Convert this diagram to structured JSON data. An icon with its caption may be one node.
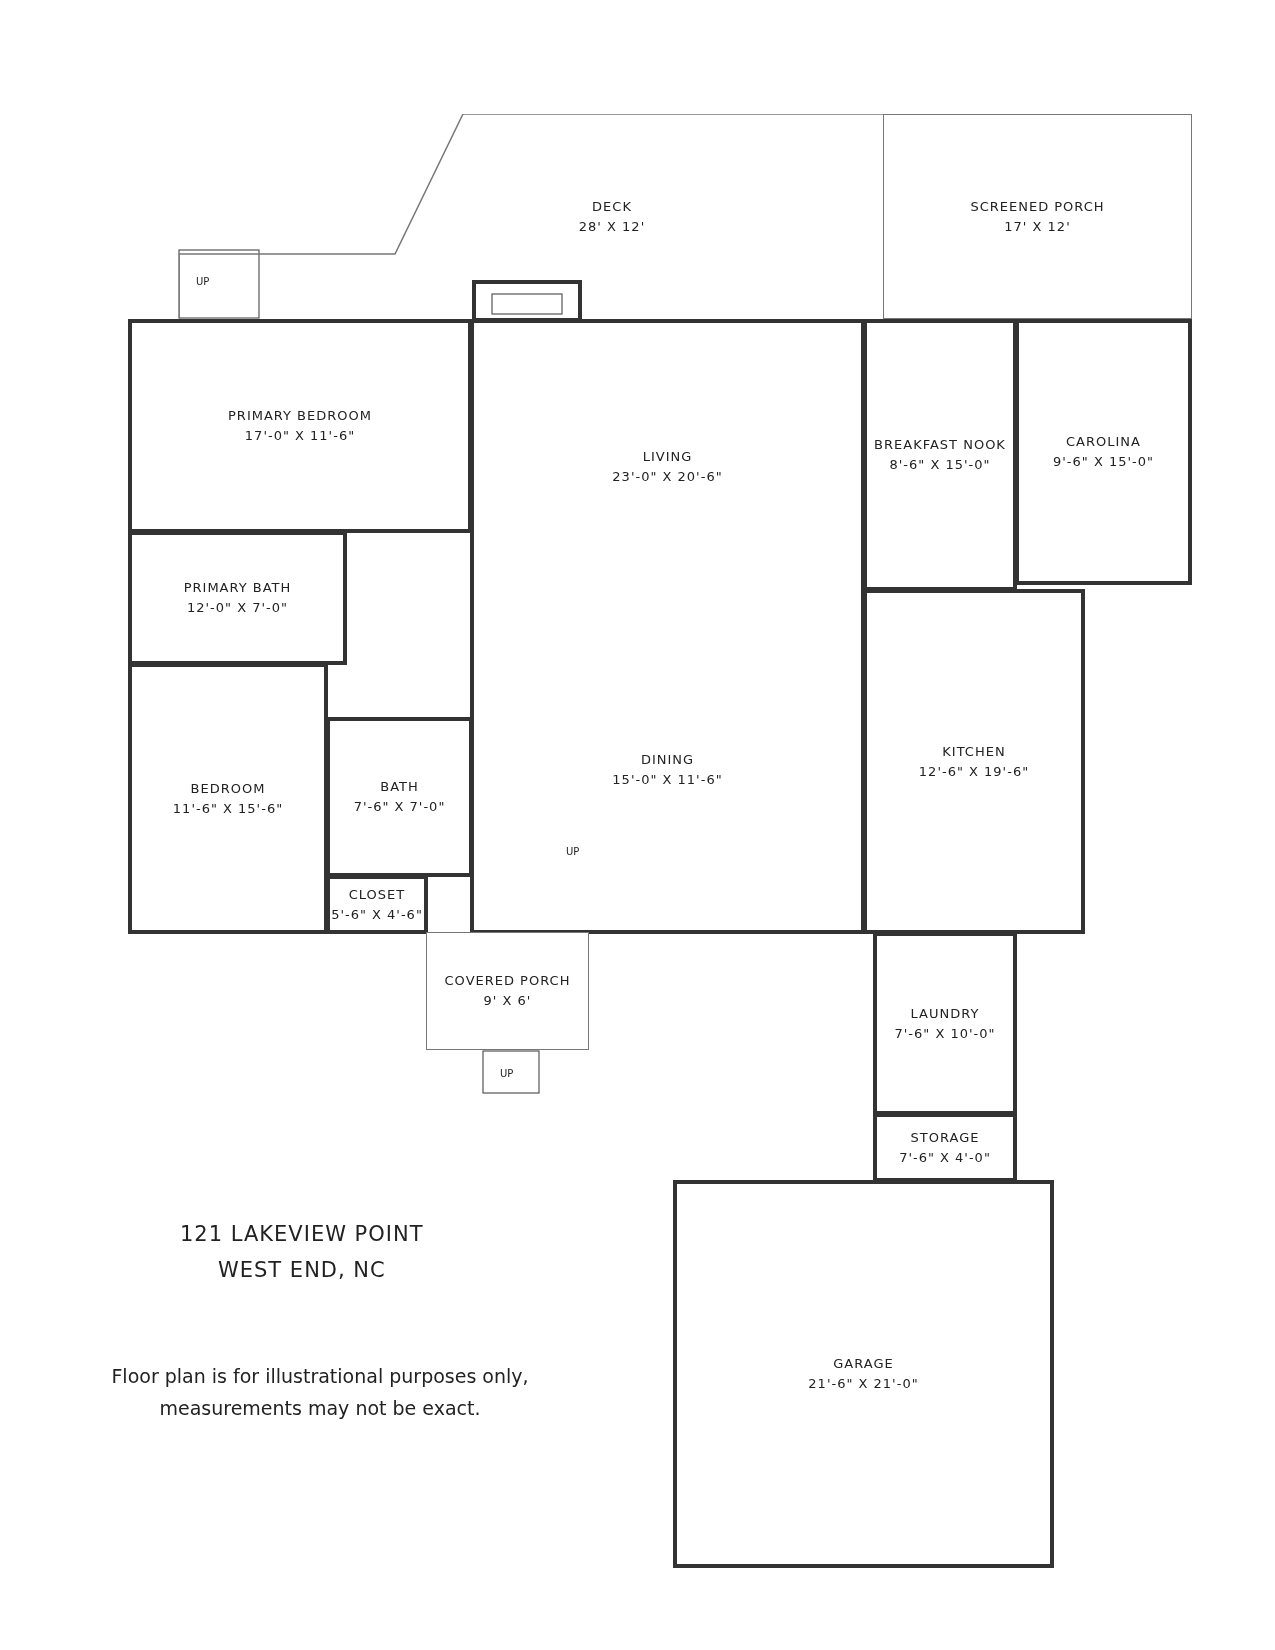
{
  "diagram": {
    "nodes": [
      {
        "text": [
          "DECK",
          "28' X 12'"
        ]
      },
      {
        "text": [
          "SCREENED PORCH",
          "17' X 12'"
        ]
      },
      {
        "text": [
          "PRIMARY BEDROOM",
          "17'-0\" X 11'-6\""
        ]
      },
      {
        "text": [
          "LIVING",
          "23'-0\" X 20'-6\""
        ]
      },
      {
        "text": [
          "BREAKFAST NOOK",
          "8'-6\" X 15'-0\""
        ]
      },
      {
        "text": [
          "CAROLINA",
          "9'-6\" X 15'-0\""
        ]
      },
      {
        "text": [
          "PRIMARY BATH",
          "12'-0\" X 7'-0\""
        ]
      },
      {
        "text": [
          "DINING",
          "15'-0\" X 11'-6\""
        ]
      },
      {
        "text": [
          "KITCHEN",
          "12'-6\" X 19'-6\""
        ]
      },
      {
        "text": [
          "BEDROOM",
          "11'-6\" X 15'-6\""
        ]
      },
      {
        "text": [
          "BATH",
          "7'-6\" X 7'-0\""
        ]
      },
      {
        "text": [
          "CLOSET",
          "5'-6\" X 4'-6\""
        ]
      },
      {
        "text": [
          "COVERED PORCH",
          "9' X 6'"
        ]
      },
      {
        "text": [
          "LAUNDRY",
          "7'-6\" X 10'-0\""
        ]
      },
      {
        "text": [
          "STORAGE",
          "7'-6\" X 4'-0\""
        ]
      },
      {
        "text": [
          "GARAGE",
          "21'-6\" X 21'-0\""
        ]
      }
    ],
    "labels": [
      "UP",
      "UP",
      "UP",
      "121 LAKEVIEW POINT",
      "WEST END, NC",
      "Floor plan is for illustrational purposes only, measurements may not be exact."
    ]
  }
}
